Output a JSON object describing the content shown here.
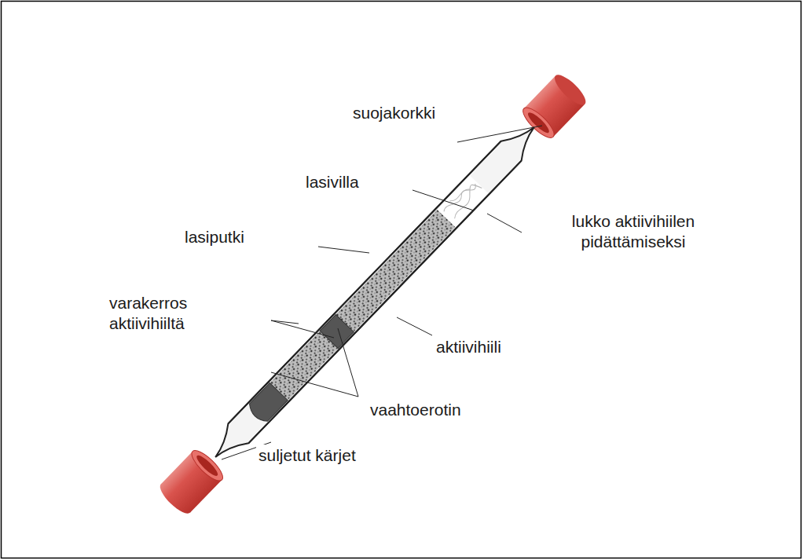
{
  "diagram": {
    "labels": [
      "suojakorkki",
      "lasivilla",
      "lukko aktiivihiilen pidättämiseksi",
      "lasiputki",
      "varakerros aktiivihiiltä",
      "aktiivihiili",
      "vaahtoerotin",
      "suljetut kärjet"
    ]
  }
}
